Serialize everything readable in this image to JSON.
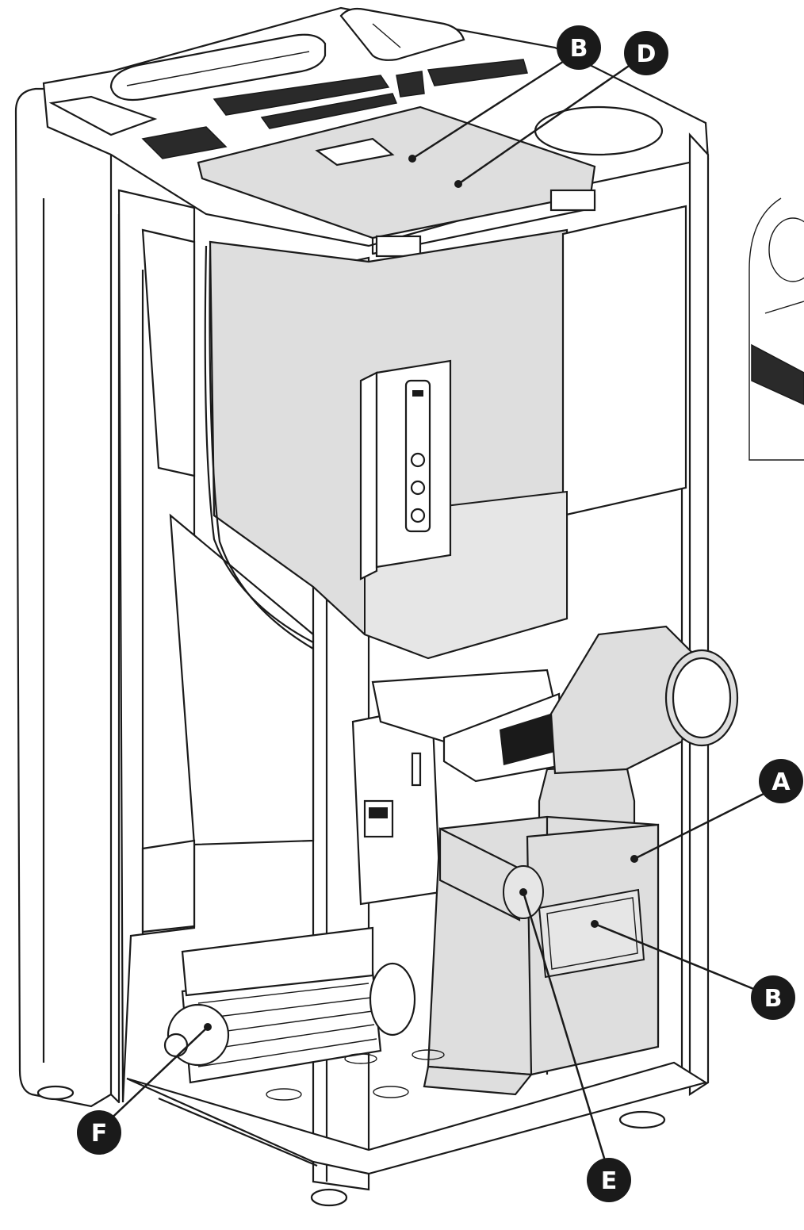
{
  "callouts": [
    {
      "label": "B"
    },
    {
      "label": "D"
    },
    {
      "label": "A"
    },
    {
      "label": "B"
    },
    {
      "label": "E"
    },
    {
      "label": "F"
    }
  ],
  "colors": {
    "callout_fill": "#1a1a1a",
    "callout_text": "#ffffff",
    "line": "#1a1a1a",
    "highlight_part": "#dedede"
  }
}
